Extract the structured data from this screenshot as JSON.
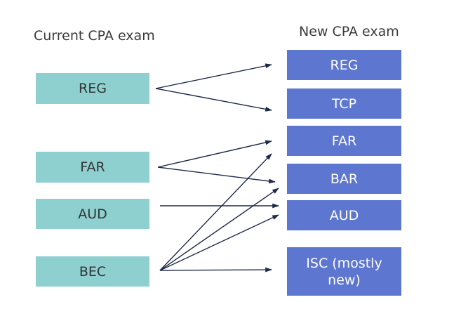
{
  "headings": {
    "current": "Current CPA exam",
    "new": "New CPA exam"
  },
  "current_sections": [
    {
      "id": "reg",
      "label": "REG"
    },
    {
      "id": "far",
      "label": "FAR"
    },
    {
      "id": "aud",
      "label": "AUD"
    },
    {
      "id": "bec",
      "label": "BEC"
    }
  ],
  "new_sections": [
    {
      "id": "reg",
      "label": "REG"
    },
    {
      "id": "tcp",
      "label": "TCP"
    },
    {
      "id": "far",
      "label": "FAR"
    },
    {
      "id": "bar",
      "label": "BAR"
    },
    {
      "id": "aud",
      "label": "AUD"
    },
    {
      "id": "isc",
      "label": "ISC (mostly new)"
    }
  ],
  "mappings": [
    {
      "from": "reg",
      "to": "reg"
    },
    {
      "from": "reg",
      "to": "tcp"
    },
    {
      "from": "far",
      "to": "far"
    },
    {
      "from": "far",
      "to": "bar"
    },
    {
      "from": "aud",
      "to": "aud"
    },
    {
      "from": "bec",
      "to": "far"
    },
    {
      "from": "bec",
      "to": "bar"
    },
    {
      "from": "bec",
      "to": "aud"
    },
    {
      "from": "bec",
      "to": "isc"
    }
  ],
  "colors": {
    "current_box": "#8ecfd0",
    "new_box": "#5d76d0",
    "arrow": "#1f2a4a"
  }
}
